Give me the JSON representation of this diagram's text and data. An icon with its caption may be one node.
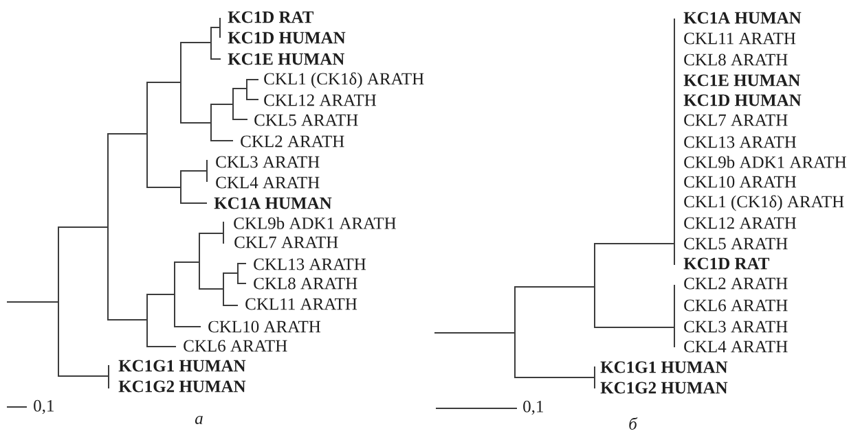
{
  "diagram": {
    "labels": [
      "KC1D RAT",
      "KC1D HUMAN",
      "KC1E HUMAN",
      "CKL1 (CK1δ) ARATH",
      "CKL12 ARATH",
      "CKL5 ARATH",
      "CKL2 ARATH",
      "CKL3 ARATH",
      "CKL4 ARATH",
      "KC1A HUMAN",
      "CKL9b ADK1 ARATH",
      "CKL7 ARATH",
      "CKL13 ARATH",
      "CKL8 ARATH",
      "CKL11 ARATH",
      "CKL10 ARATH",
      "CKL6 ARATH",
      "KC1G1 HUMAN",
      "KC1G2 HUMAN",
      "0,1",
      "а",
      "KC1A HUMAN",
      "CKL11 ARATH",
      "CKL8 ARATH",
      "KC1E HUMAN",
      "KC1D HUMAN",
      "CKL7 ARATH",
      "CKL13 ARATH",
      "CKL9b ADK1 ARATH",
      "CKL10 ARATH",
      "CKL1 (CK1δ) ARATH",
      "CKL12 ARATH",
      "CKL5 ARATH",
      "KC1D RAT",
      "CKL2 ARATH",
      "CKL6 ARATH",
      "CKL3 ARATH",
      "CKL4 ARATH",
      "KC1G1 HUMAN",
      "KC1G2 HUMAN",
      "0,1",
      "б"
    ]
  }
}
